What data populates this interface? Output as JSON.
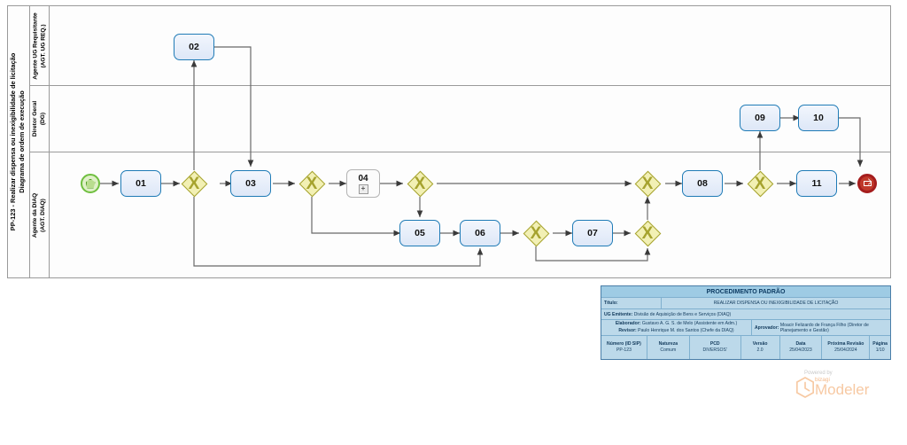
{
  "pool": {
    "title": "PP-123 - Realizar dispensa ou inexigibilidade de licitação\nDiagrama de ordem de execução",
    "title_line1": "PP-123 - Realizar dispensa ou inexigibilidade de licitação",
    "title_line2": "Diagrama de ordem de execução",
    "lanes": [
      {
        "id": "lane-ug-req",
        "label": "Agente UG Requisitante\n(AGT. UG REQ.)",
        "line1": "Agente UG Requisitante",
        "line2": "(AGT. UG REQ.)"
      },
      {
        "id": "lane-dg",
        "label": "Diretor Geral\n(DG)",
        "line1": "Diretor Geral",
        "line2": "(DG)"
      },
      {
        "id": "lane-diaq",
        "label": "Agente da DIAQ\n(AGT. DIAQ)",
        "line1": "Agente da DIAQ",
        "line2": "(AGT. DIAQ)"
      }
    ]
  },
  "nodes": {
    "start": {
      "type": "start-event",
      "icon": "pentagon-icon"
    },
    "t01": {
      "label": "01",
      "type": "task",
      "lane": "lane-diaq"
    },
    "t02": {
      "label": "02",
      "type": "task",
      "lane": "lane-ug-req"
    },
    "t03": {
      "label": "03",
      "type": "task",
      "lane": "lane-diaq"
    },
    "t04": {
      "label": "04",
      "type": "sub-process",
      "marker": "+",
      "lane": "lane-diaq"
    },
    "t05": {
      "label": "05",
      "type": "task",
      "lane": "lane-diaq"
    },
    "t06": {
      "label": "06",
      "type": "task",
      "lane": "lane-diaq"
    },
    "t07": {
      "label": "07",
      "type": "task",
      "lane": "lane-diaq"
    },
    "t08": {
      "label": "08",
      "type": "task",
      "lane": "lane-diaq"
    },
    "t09": {
      "label": "09",
      "type": "task",
      "lane": "lane-dg"
    },
    "t10": {
      "label": "10",
      "type": "task",
      "lane": "lane-dg"
    },
    "t11": {
      "label": "11",
      "type": "task",
      "lane": "lane-diaq"
    },
    "g1": {
      "label": "X",
      "type": "exclusive-gateway"
    },
    "g2": {
      "label": "X",
      "type": "exclusive-gateway"
    },
    "g3": {
      "label": "X",
      "type": "exclusive-gateway"
    },
    "g4": {
      "label": "X",
      "type": "exclusive-gateway"
    },
    "g5": {
      "label": "X",
      "type": "exclusive-gateway"
    },
    "g6": {
      "label": "X",
      "type": "exclusive-gateway"
    },
    "g7": {
      "label": "X",
      "type": "exclusive-gateway"
    },
    "end": {
      "type": "end-event",
      "icon": "envelope-icon"
    }
  },
  "legend": {
    "header": "PROCEDIMENTO PADRÃO",
    "titulo_label": "Título:",
    "titulo_value": "REALIZAR DISPENSA OU INEXIGIBILIDADE DE LICITAÇÃO",
    "ug_label": "UG Emitente:",
    "ug_value": "Divisão de Aquisição de Bens e Serviços (DIAQ)",
    "elaborador_label": "Elaborador:",
    "elaborador_value": "Gustavo A. G. S. de Melo (Assistente em Adm.)",
    "revisor_label": "Revisor:",
    "revisor_value": "Paulo Henrique M. dos Santos (Chefe da DIAQ)",
    "aprovador_label": "Aprovador:",
    "aprovador_value": "Moacir Felizardo de França Filho (Diretor de Planejamento e Gestão)",
    "footer": [
      {
        "header": "Número (ID SIP)",
        "value": "PP-123"
      },
      {
        "header": "Natureza",
        "value": "Comum"
      },
      {
        "header": "PCD",
        "value": "DIVERSOS'"
      },
      {
        "header": "Versão",
        "value": "2.0"
      },
      {
        "header": "Data",
        "value": "25/04/2023"
      },
      {
        "header": "Próxima Revisão",
        "value": "25/04/2024"
      },
      {
        "header": "Página",
        "value": "1/10"
      }
    ]
  },
  "powered": {
    "powered_by": "Powered by",
    "brand_small": "bizagi",
    "brand_big": "Modeler"
  },
  "colors": {
    "task_border": "#1f7bb6",
    "task_fill": "#dde7f7",
    "gateway_border": "#a6a32e",
    "gateway_fill": "#f2f0b4",
    "start_event": "#6fbf3f",
    "end_event": "#c0392b",
    "legend_header": "#9ecbe4",
    "legend_body": "#bcd9ea",
    "brand": "#f7c9a3"
  }
}
